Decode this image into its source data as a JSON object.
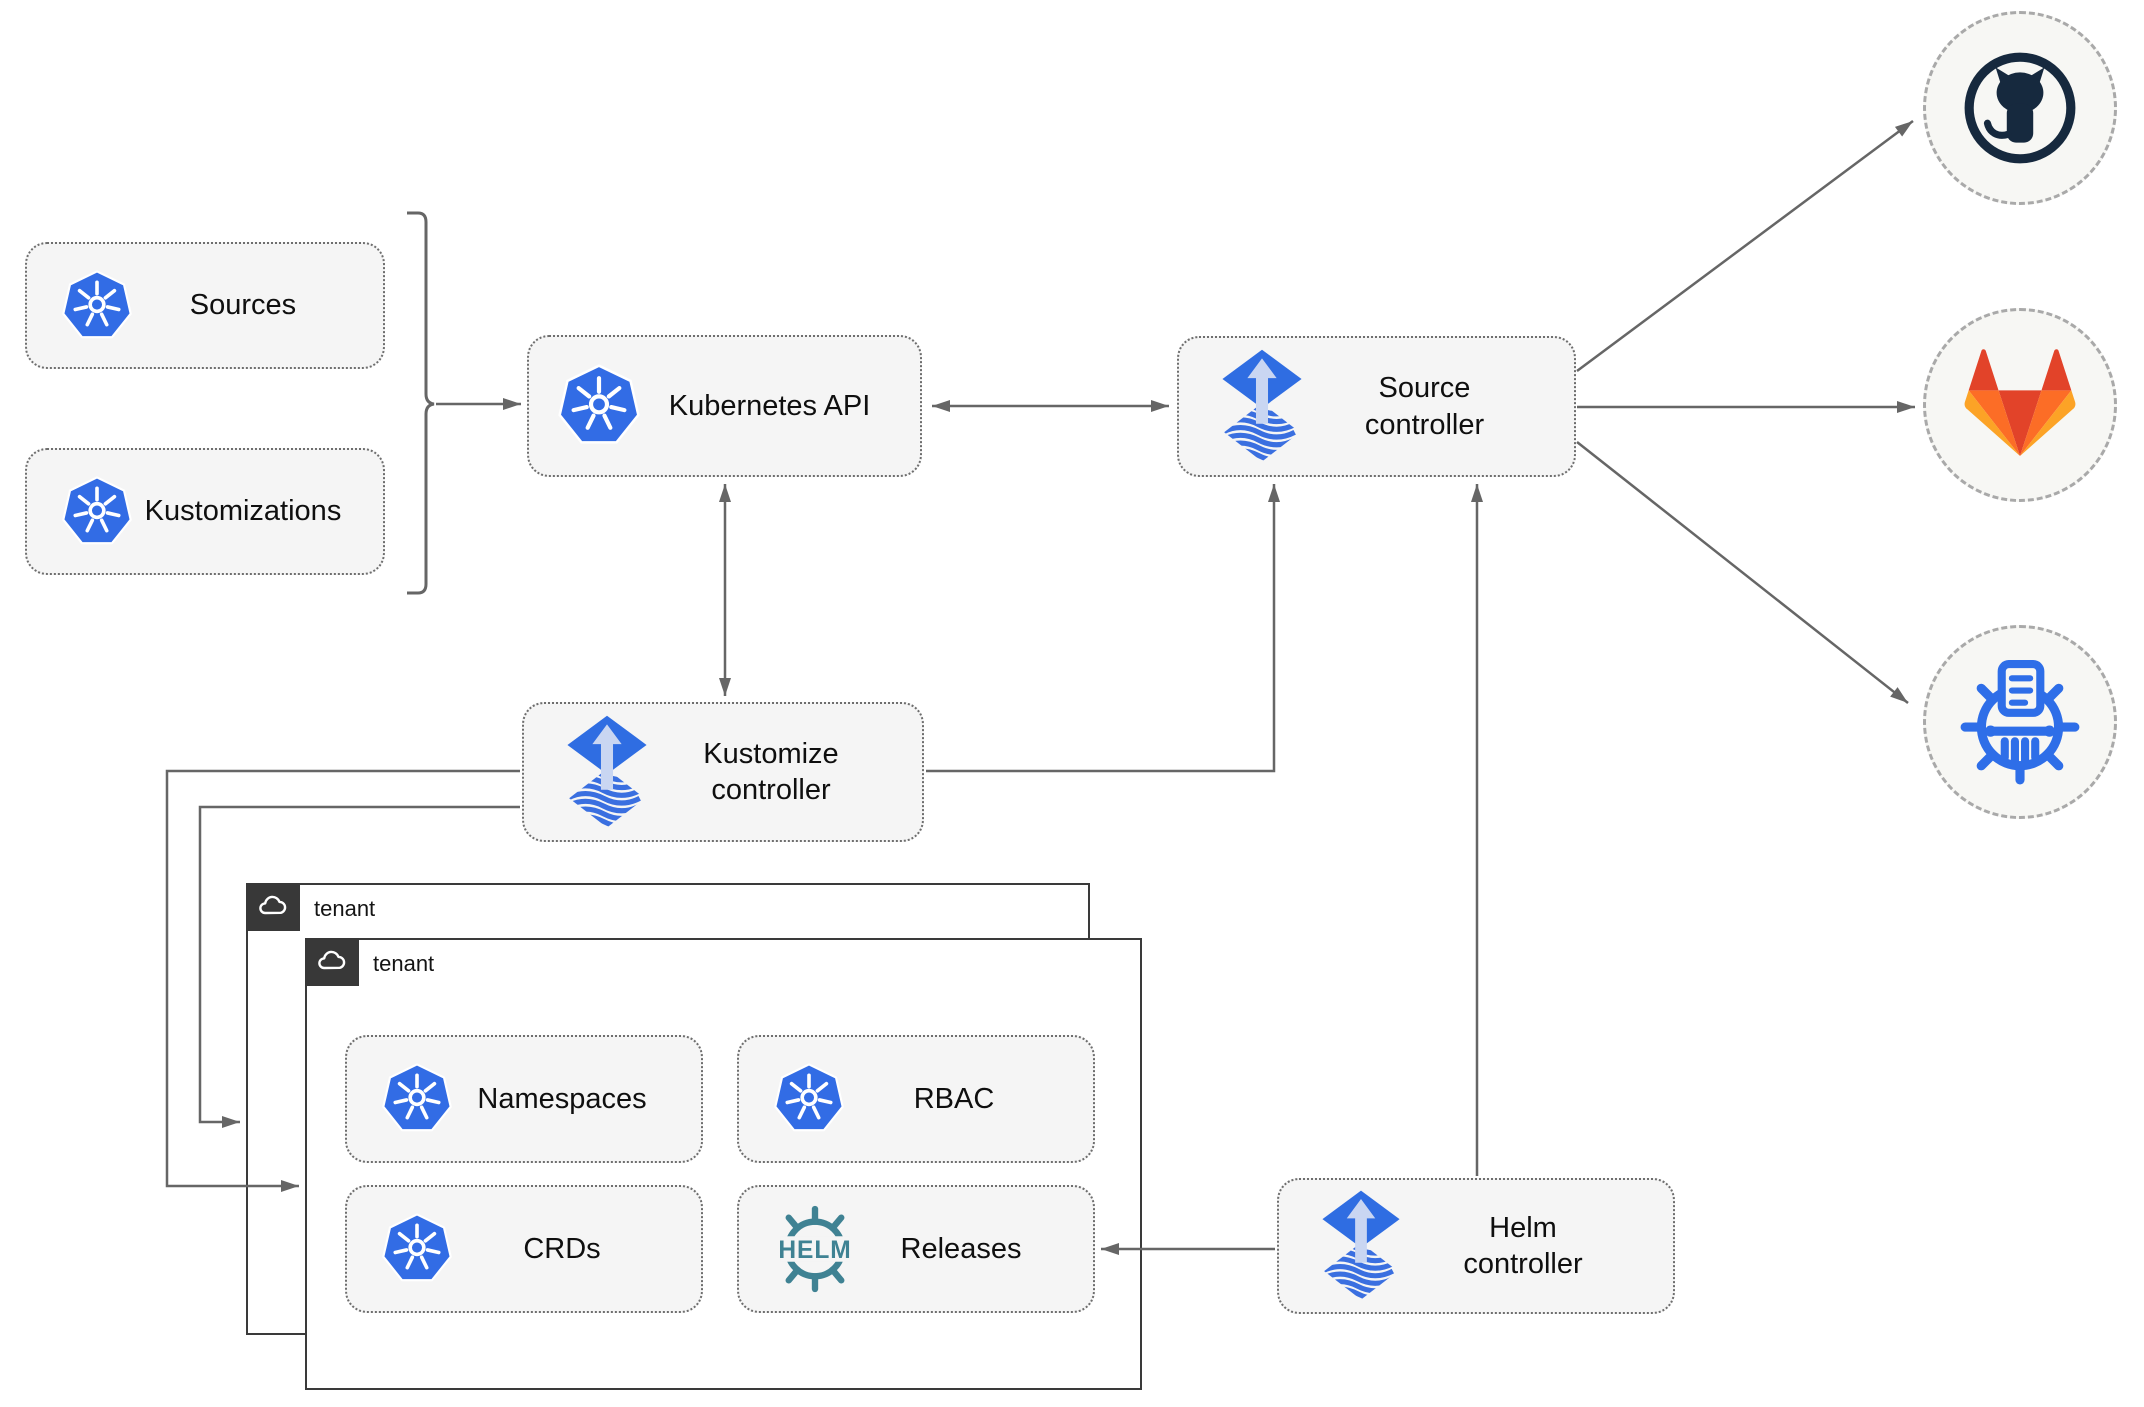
{
  "diagram": {
    "nodes": {
      "sources": {
        "label": "Sources",
        "icon": "kubernetes-icon"
      },
      "kustomizations": {
        "label": "Kustomizations",
        "icon": "kubernetes-icon"
      },
      "kubernetes_api": {
        "label": "Kubernetes API",
        "icon": "kubernetes-icon"
      },
      "source_controller": {
        "line1": "Source",
        "line2": "controller",
        "icon": "flux-icon"
      },
      "kustomize_controller": {
        "line1": "Kustomize",
        "line2": "controller",
        "icon": "flux-icon"
      },
      "helm_controller": {
        "line1": "Helm",
        "line2": "controller",
        "icon": "flux-icon"
      },
      "tenant_back": {
        "label": "tenant",
        "icon": "cloud-icon"
      },
      "tenant_front": {
        "label": "tenant",
        "icon": "cloud-icon"
      },
      "namespaces": {
        "label": "Namespaces",
        "icon": "kubernetes-icon"
      },
      "rbac": {
        "label": "RBAC",
        "icon": "kubernetes-icon"
      },
      "crds": {
        "label": "CRDs",
        "icon": "kubernetes-icon"
      },
      "releases": {
        "label": "Releases",
        "icon": "helm-icon",
        "logo_text": "HELM"
      }
    },
    "endpoints": {
      "github": {
        "icon": "github-icon"
      },
      "gitlab": {
        "icon": "gitlab-icon"
      },
      "chartmuseum": {
        "icon": "chartmuseum-icon"
      }
    },
    "colors": {
      "kubernetes_blue": "#326ce5",
      "flux_blue": "#2f6de2",
      "flux_arrow_pale": "#c9d6f2",
      "flux_wave_blue": "#3a6fe0",
      "helm_teal": "#3f8293",
      "github_dark": "#16293e",
      "gitlab_red": "#e24329",
      "gitlab_orange": "#fc6d26",
      "gitlab_yellow": "#fca326",
      "chartmuseum_blue": "#2e6ee8",
      "connector_gray": "#666666",
      "node_fill": "#f5f5f5",
      "tenant_tab_dark": "#383838"
    }
  }
}
